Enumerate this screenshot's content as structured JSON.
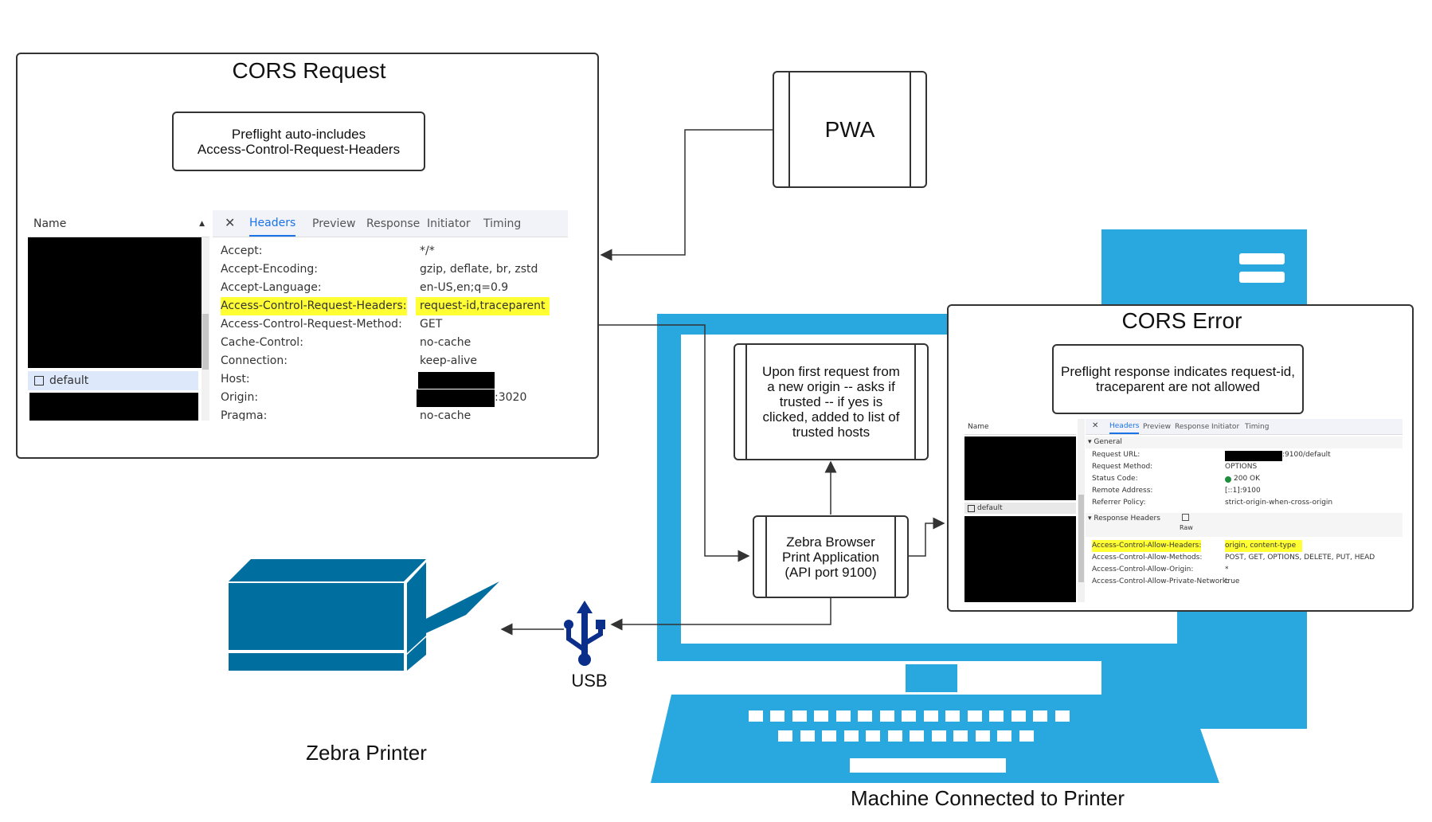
{
  "cors_request": {
    "title": "CORS Request",
    "note_line1": "Preflight auto-includes",
    "note_line2": "Access-Control-Request-Headers",
    "devtools": {
      "name_header": "Name",
      "selected_item": "default",
      "close_symbol": "✕",
      "tabs": [
        "Headers",
        "Preview",
        "Response",
        "Initiator",
        "Timing"
      ],
      "active_tab": "Headers",
      "rows": [
        {
          "k": "Accept:",
          "v": "*/*"
        },
        {
          "k": "Accept-Encoding:",
          "v": "gzip, deflate, br, zstd"
        },
        {
          "k": "Accept-Language:",
          "v": "en-US,en;q=0.9"
        },
        {
          "k": "Access-Control-Request-Headers:",
          "v": "request-id,traceparent"
        },
        {
          "k": "Access-Control-Request-Method:",
          "v": "GET"
        },
        {
          "k": "Cache-Control:",
          "v": "no-cache"
        },
        {
          "k": "Connection:",
          "v": "keep-alive"
        },
        {
          "k": "Host:",
          "v": ""
        },
        {
          "k": "Origin:",
          "v": ":3020"
        },
        {
          "k": "Pragma:",
          "v": "no-cache"
        }
      ]
    }
  },
  "pwa": {
    "label": "PWA"
  },
  "cors_error": {
    "title": "CORS Error",
    "note_line1": "Preflight response indicates request-id,",
    "note_line2": "traceparent are not allowed",
    "devtools": {
      "name_header": "Name",
      "selected_item": "default",
      "close_symbol": "✕",
      "tabs": [
        "Headers",
        "Preview",
        "Response",
        "Initiator",
        "Timing"
      ],
      "general_label": "▾ General",
      "general_rows": [
        {
          "k": "Request URL:",
          "v": ":9100/default"
        },
        {
          "k": "Request Method:",
          "v": "OPTIONS"
        },
        {
          "k": "Status Code:",
          "v": "200 OK"
        },
        {
          "k": "Remote Address:",
          "v": "[::1]:9100"
        },
        {
          "k": "Referrer Policy:",
          "v": "strict-origin-when-cross-origin"
        }
      ],
      "response_headers_label": "▾ Response Headers",
      "raw_label": "Raw",
      "response_rows": [
        {
          "k": "Access-Control-Allow-Headers:",
          "v": "origin, content-type"
        },
        {
          "k": "Access-Control-Allow-Methods:",
          "v": "POST, GET, OPTIONS, DELETE, PUT, HEAD"
        },
        {
          "k": "Access-Control-Allow-Origin:",
          "v": "*"
        },
        {
          "k": "Access-Control-Allow-Private-Network:",
          "v": "true"
        }
      ]
    }
  },
  "trust_note": {
    "lines": [
      "Upon first request from",
      "a new origin -- asks if",
      "trusted -- if yes is",
      "clicked, added to list of",
      "trusted hosts"
    ]
  },
  "zebra_app": {
    "lines": [
      "Zebra Browser",
      "Print Application",
      "(API port 9100)"
    ]
  },
  "usb_label": "USB",
  "printer_label": "Zebra Printer",
  "machine_label": "Machine Connected to Printer",
  "colors": {
    "computer_blue": "#29a8e0",
    "printer_blue": "#006e9f",
    "usb_navy": "#0a2e8a",
    "highlight": "#ffff33",
    "devtools_accent": "#1a73e8"
  }
}
